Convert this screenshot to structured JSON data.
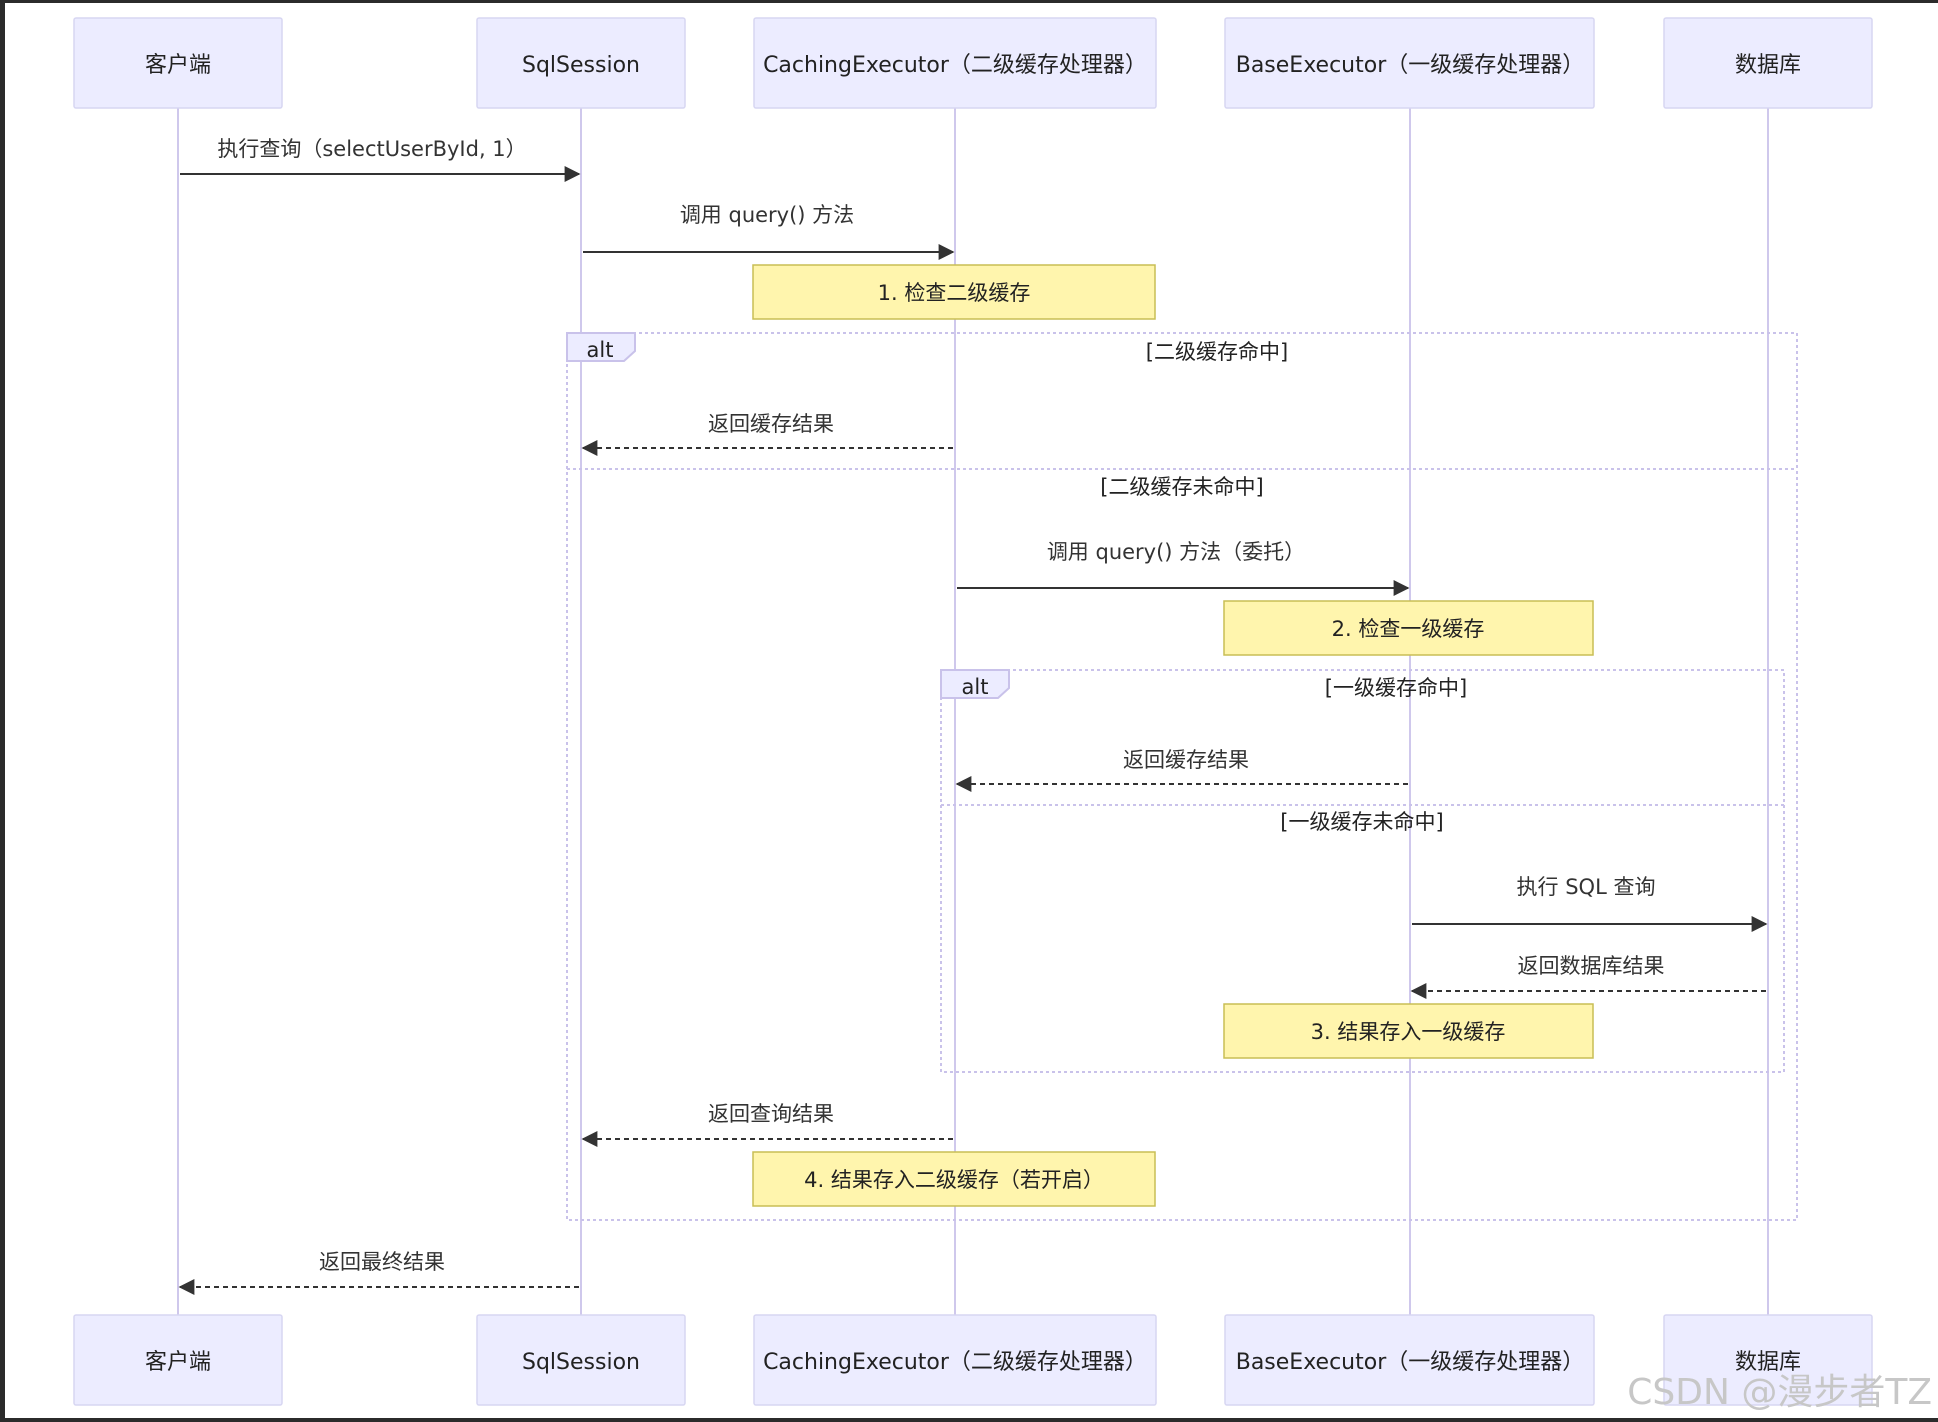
{
  "participants": [
    {
      "id": "client",
      "label": "客户端"
    },
    {
      "id": "sqlsession",
      "label": "SqlSession"
    },
    {
      "id": "caching",
      "label": "CachingExecutor（二级缓存处理器）"
    },
    {
      "id": "base",
      "label": "BaseExecutor（一级缓存处理器）"
    },
    {
      "id": "db",
      "label": "数据库"
    }
  ],
  "messages": [
    {
      "id": "m1",
      "from": "client",
      "to": "sqlsession",
      "label": "执行查询（selectUserById, 1）",
      "style": "solid"
    },
    {
      "id": "m2",
      "from": "sqlsession",
      "to": "caching",
      "label": "调用 query() 方法",
      "style": "solid"
    },
    {
      "id": "m3",
      "from": "caching",
      "to": "sqlsession",
      "label": "返回缓存结果",
      "style": "dashed"
    },
    {
      "id": "m4",
      "from": "caching",
      "to": "base",
      "label": "调用 query() 方法（委托）",
      "style": "solid"
    },
    {
      "id": "m5",
      "from": "base",
      "to": "caching",
      "label": "返回缓存结果",
      "style": "dashed"
    },
    {
      "id": "m6",
      "from": "base",
      "to": "db",
      "label": "执行 SQL 查询",
      "style": "solid"
    },
    {
      "id": "m7",
      "from": "db",
      "to": "base",
      "label": "返回数据库结果",
      "style": "dashed"
    },
    {
      "id": "m8",
      "from": "caching",
      "to": "sqlsession",
      "label": "返回查询结果",
      "style": "dashed"
    },
    {
      "id": "m9",
      "from": "sqlsession",
      "to": "client",
      "label": "返回最终结果",
      "style": "dashed"
    }
  ],
  "notes": [
    {
      "id": "n1",
      "label": "1. 检查二级缓存"
    },
    {
      "id": "n2",
      "label": "2. 检查一级缓存"
    },
    {
      "id": "n3",
      "label": "3. 结果存入一级缓存"
    },
    {
      "id": "n4",
      "label": "4. 结果存入二级缓存（若开启）"
    }
  ],
  "fragments": [
    {
      "id": "f1",
      "tag": "alt",
      "condition": "[二级缓存命中]",
      "else_condition": "[二级缓存未命中]"
    },
    {
      "id": "f2",
      "tag": "alt",
      "condition": "[一级缓存命中]",
      "else_condition": "[一级缓存未命中]"
    }
  ],
  "watermark": "CSDN @漫步者TZ",
  "colors": {
    "actor_fill": "#ECECFF",
    "actor_stroke": "#D7D6F2",
    "lifeline": "#CFC8EC",
    "note_fill": "#FFF5AD",
    "note_stroke": "#C8BE55",
    "fragment_stroke": "#C9C2EA",
    "arrow": "#333333"
  }
}
